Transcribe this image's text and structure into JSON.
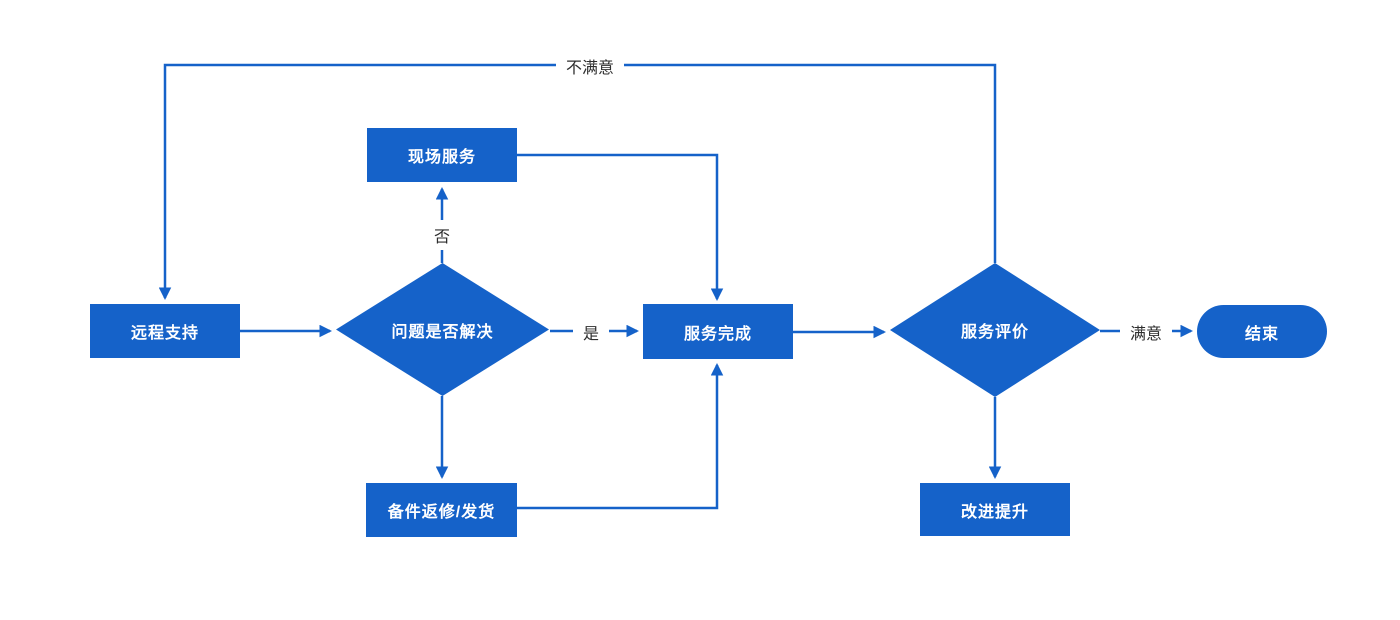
{
  "theme": {
    "accent": "#1562c9",
    "shape_text": "#ffffff",
    "edge_label_color": "#2e2e2e",
    "background": "#ffffff"
  },
  "nodes": {
    "remote_support": {
      "label": "远程支持",
      "shape": "rectangle"
    },
    "issue_resolved": {
      "label": "问题是否解决",
      "shape": "diamond"
    },
    "onsite_service": {
      "label": "现场服务",
      "shape": "rectangle"
    },
    "service_done": {
      "label": "服务完成",
      "shape": "rectangle"
    },
    "parts_repair": {
      "label": "备件返修/发货",
      "shape": "rectangle"
    },
    "service_review": {
      "label": "服务评价",
      "shape": "diamond"
    },
    "improve": {
      "label": "改进提升",
      "shape": "rectangle"
    },
    "end": {
      "label": "结束",
      "shape": "terminator"
    }
  },
  "edges": [
    {
      "from": "remote_support",
      "to": "issue_resolved",
      "label": ""
    },
    {
      "from": "issue_resolved",
      "to": "onsite_service",
      "label": "否"
    },
    {
      "from": "onsite_service",
      "to": "service_done",
      "label": ""
    },
    {
      "from": "issue_resolved",
      "to": "service_done",
      "label": "是"
    },
    {
      "from": "issue_resolved",
      "to": "parts_repair",
      "label": ""
    },
    {
      "from": "parts_repair",
      "to": "service_done",
      "label": ""
    },
    {
      "from": "service_done",
      "to": "service_review",
      "label": ""
    },
    {
      "from": "service_review",
      "to": "end",
      "label": "满意"
    },
    {
      "from": "service_review",
      "to": "improve",
      "label": ""
    },
    {
      "from": "service_review",
      "to": "remote_support",
      "label": "不满意"
    }
  ]
}
